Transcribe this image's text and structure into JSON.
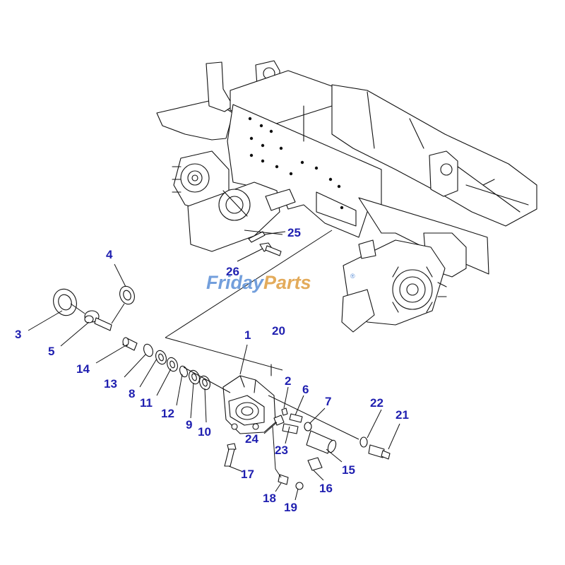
{
  "diagram": {
    "watermark": {
      "part1": "Friday",
      "part2": "Parts",
      "mark": "®"
    },
    "callouts": [
      "1",
      "2",
      "3",
      "4",
      "5",
      "6",
      "7",
      "8",
      "9",
      "10",
      "11",
      "12",
      "13",
      "14",
      "15",
      "16",
      "17",
      "18",
      "19",
      "20",
      "21",
      "22",
      "23",
      "24",
      "25",
      "26"
    ]
  },
  "colors": {
    "callout": "#1f1fb0",
    "line": "#111111",
    "watermark_blue": "#5b8fd6",
    "watermark_orange": "#e0a24a"
  }
}
